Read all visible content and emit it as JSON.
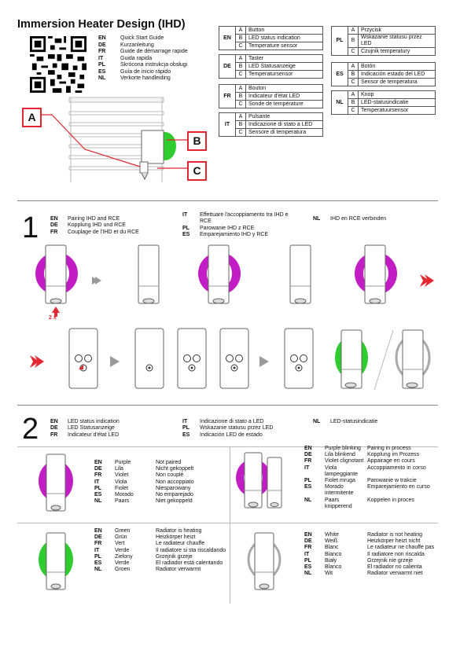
{
  "title": "Immersion Heater Design (IHD)",
  "quickstart": [
    {
      "code": "EN",
      "text": "Quick Start Guide"
    },
    {
      "code": "DE",
      "text": "Kurzanleitung"
    },
    {
      "code": "FR",
      "text": "Guide de démarrage rapide"
    },
    {
      "code": "IT",
      "text": "Guida rapida"
    },
    {
      "code": "PL",
      "text": "Skrócona instrukcja obsługi"
    },
    {
      "code": "ES",
      "text": "Guía de inicio rápido"
    },
    {
      "code": "NL",
      "text": "Verkorte handleiding"
    }
  ],
  "legend": {
    "EN": [
      "Button",
      "LED status indication",
      "Temperature sensor"
    ],
    "DE": [
      "Taster",
      "LED Statusanzeige",
      "Temperatursensor"
    ],
    "FR": [
      "Bouton",
      "Indicateur d'état LED",
      "Sonde de température"
    ],
    "IT": [
      "Pulsante",
      "Indicazione di stato a LED",
      "Sensore di temperatura"
    ],
    "PL": [
      "Przycisk",
      "Wskazanie statusu przez LED",
      "Czujnik temperatury"
    ],
    "ES": [
      "Botón",
      "Indicación estado del LED",
      "Sensor de temperatura"
    ],
    "NL": [
      "Knop",
      "LED-statusindicatie",
      "Temperatuursensor"
    ],
    "letters": [
      "A",
      "B",
      "C"
    ]
  },
  "callouts": {
    "a": "A",
    "b": "B",
    "c": "C"
  },
  "step1": {
    "number": "1",
    "lines": [
      {
        "code": "EN",
        "text": "Pairing IHD and RCE"
      },
      {
        "code": "DE",
        "text": "Kopplung IHD und RCE"
      },
      {
        "code": "FR",
        "text": "Couplage de l'IHD et du RCE"
      },
      {
        "code": "IT",
        "text": "Effettuare l'accoppiamento tra IHD e RCE"
      },
      {
        "code": "PL",
        "text": "Parowanie IHD z RCE"
      },
      {
        "code": "ES",
        "text": "Emparejamiento IHD y RCE"
      },
      {
        "code": "NL",
        "text": "IHD en RCE verbinden"
      }
    ],
    "press_count": "2 x"
  },
  "step2": {
    "number": "2",
    "lines": [
      {
        "code": "EN",
        "text": "LED status indication"
      },
      {
        "code": "DE",
        "text": "LED Statusanzeige"
      },
      {
        "code": "FR",
        "text": "Indicateur d'état LED"
      },
      {
        "code": "IT",
        "text": "Indicazione di stato a LED"
      },
      {
        "code": "PL",
        "text": "Wskazanie statusu przez LED"
      },
      {
        "code": "ES",
        "text": "Indicación LED de estado"
      },
      {
        "code": "NL",
        "text": "LED-statusindicatie"
      }
    ],
    "purple": [
      [
        "EN",
        "Purple",
        "Not paired"
      ],
      [
        "DE",
        "Lila",
        "Nicht gekoppelt"
      ],
      [
        "FR",
        "Violet",
        "Non couplé"
      ],
      [
        "IT",
        "Viola",
        "Non accoppiato"
      ],
      [
        "PL",
        "Fiolet",
        "Niesparowany"
      ],
      [
        "ES",
        "Morado",
        "No emparejado"
      ],
      [
        "NL",
        "Paars",
        "Niet gekoppeld"
      ]
    ],
    "blinking": [
      [
        "EN",
        "Purple blinking",
        "Pairing in process"
      ],
      [
        "DE",
        "Lila blinkend",
        "Kopplung im Prozess"
      ],
      [
        "FR",
        "Violet clignotant",
        "Appairage en cours"
      ],
      [
        "IT",
        "Viola lampeggiante",
        "Accoppiamento in corso"
      ],
      [
        "PL",
        "Fiolet mruga",
        "Parowanie w trakcie"
      ],
      [
        "ES",
        "Morado intermitente",
        "Emparejamiento en curso"
      ],
      [
        "NL",
        "Paars knipperend",
        "Koppelen in proces"
      ]
    ],
    "green": [
      [
        "EN",
        "Green",
        "Radiator is heating"
      ],
      [
        "DE",
        "Grün",
        "Heizkörper heizt"
      ],
      [
        "FR",
        "Vert",
        "Le radiateur chauffe"
      ],
      [
        "IT",
        "Verde",
        "Il radiatore si sta riscaldando"
      ],
      [
        "PL",
        "Zielony",
        "Grzejnik grzeje"
      ],
      [
        "ES",
        "Verde",
        "El radiador está calentando"
      ],
      [
        "NL",
        "Groen",
        "Radiator verwarmt"
      ]
    ],
    "white": [
      [
        "EN",
        "White",
        "Radiator is not heating"
      ],
      [
        "DE",
        "Weiß",
        "Heizkörper heizt nicht"
      ],
      [
        "FR",
        "Blanc",
        "Le radiateur ne chauffe pas"
      ],
      [
        "IT",
        "Bianco",
        "Il radiatore non riscalda"
      ],
      [
        "PL",
        "Biały",
        "Grzejnik nie grzeje"
      ],
      [
        "ES",
        "Blanco",
        "El radiador no calienta"
      ],
      [
        "NL",
        "Wit",
        "Radiator verwarmt niet"
      ]
    ]
  },
  "colors": {
    "purple": "#c21cc4",
    "green": "#2ecc2e",
    "red": "#e3262f",
    "grey": "#9a9a9a"
  }
}
